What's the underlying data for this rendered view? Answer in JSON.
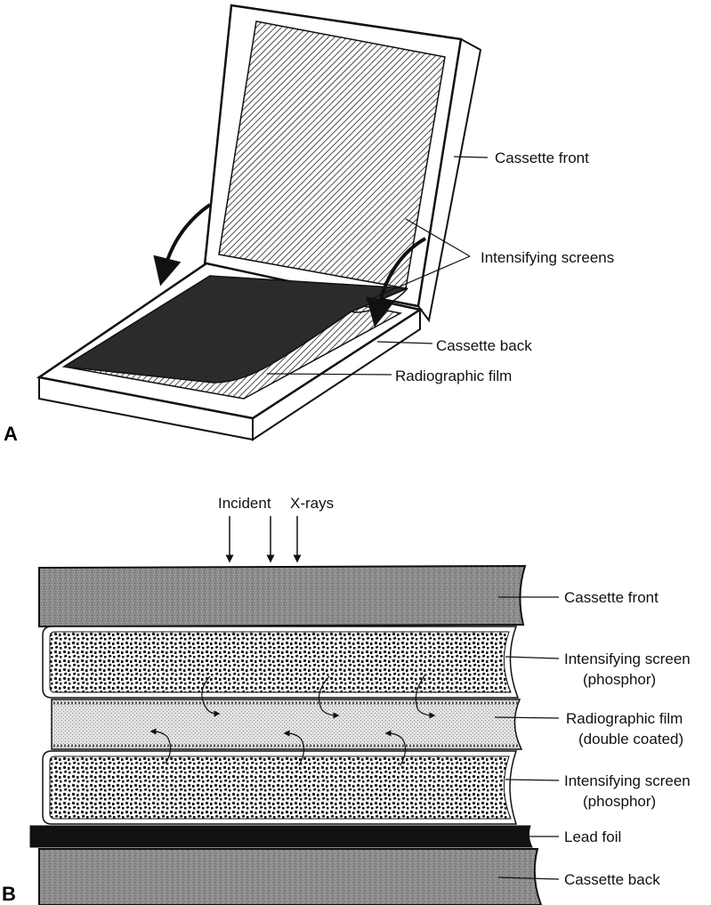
{
  "panel_a": {
    "letter": "A",
    "labels": {
      "cassette_front": "Cassette front",
      "intensifying_screens": "Intensifying screens",
      "cassette_back": "Cassette back",
      "radiographic_film": "Radiographic film"
    }
  },
  "panel_b": {
    "letter": "B",
    "incident": "Incident",
    "xrays": "X-rays",
    "labels": {
      "cassette_front": "Cassette front",
      "screen_top_1": "Intensifying screen",
      "screen_top_2": "(phosphor)",
      "film_1": "Radiographic film",
      "film_2": "(double coated)",
      "screen_bottom_1": "Intensifying screen",
      "screen_bottom_2": "(phosphor)",
      "lead_foil": "Lead foil",
      "cassette_back": "Cassette back"
    }
  },
  "colors": {
    "ink": "#111111",
    "film_dark": "#2b2b2b",
    "cassette_gray": "#8a8a8a",
    "film_light": "#d4d4d4"
  }
}
